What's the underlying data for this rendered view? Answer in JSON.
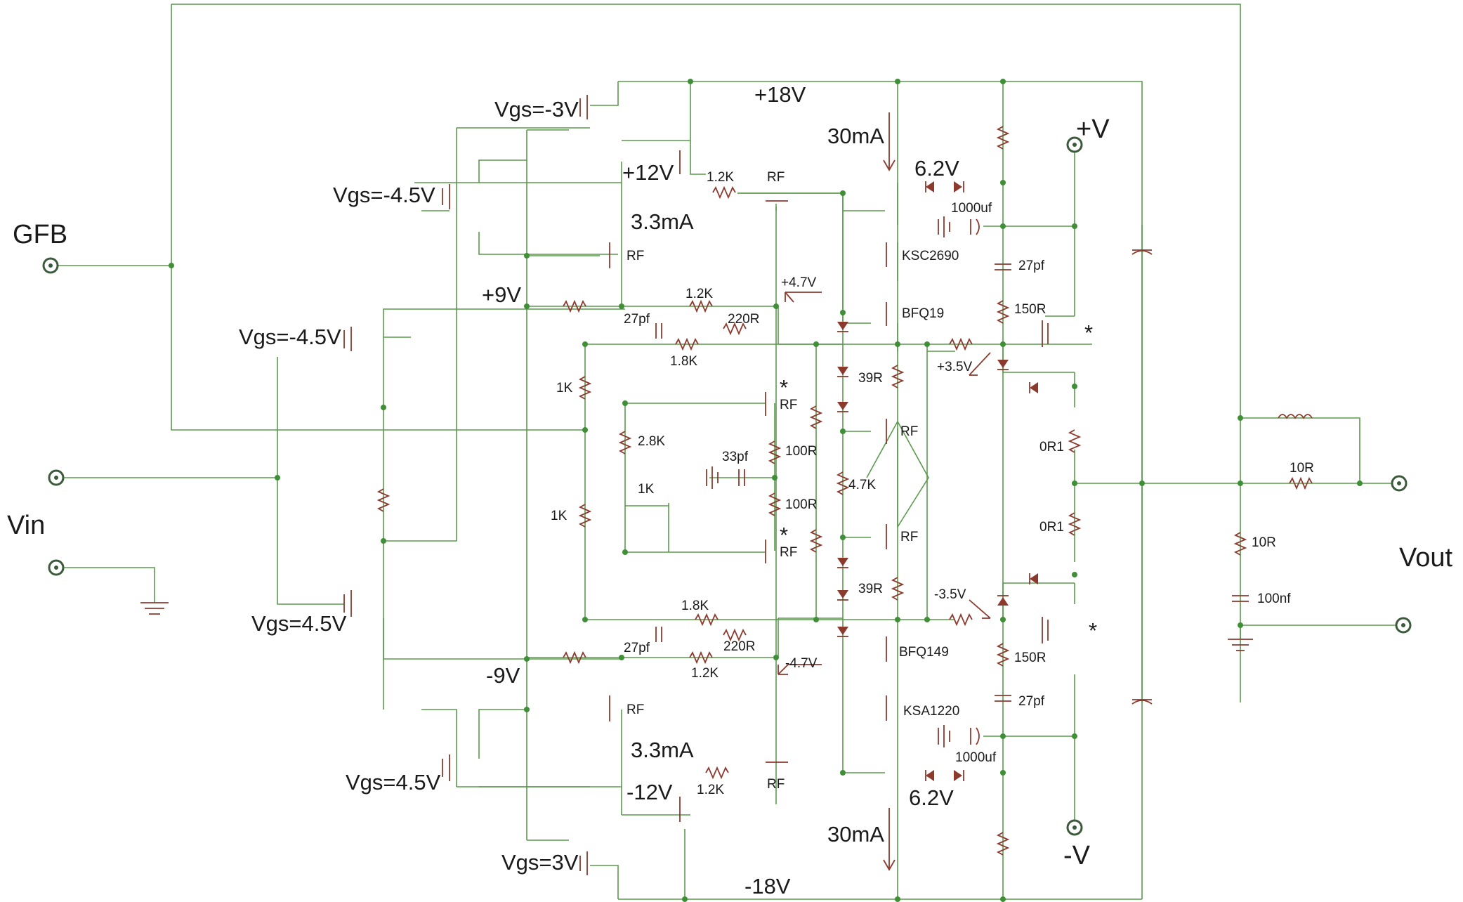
{
  "labels": {
    "gfb": "GFB",
    "vin": "Vin",
    "vout": "Vout",
    "plus_v": "+V",
    "minus_v": "-V",
    "vpos18": "+18V",
    "vneg18": "-18V",
    "vpos12": "+12V",
    "vneg12": "-12V",
    "vpos9": "+9V",
    "vneg9": "-9V",
    "vpos47": "+4.7V",
    "vneg47": "-4.7V",
    "vpos35": "+3.5V",
    "vneg35": "-3.5V",
    "zener_top": "6.2V",
    "zener_bot": "6.2V",
    "i30_top": "30mA",
    "i30_bot": "30mA",
    "i33_top": "3.3mA",
    "i33_bot": "3.3mA",
    "vgs_m3": "Vgs=-3V",
    "vgs_m45a": "Vgs=-4.5V",
    "vgs_m45b": "Vgs=-4.5V",
    "vgs_p45a": "Vgs=4.5V",
    "vgs_p45b": "Vgs=4.5V",
    "vgs_p3": "Vgs=3V",
    "star": "*"
  },
  "parts": {
    "rf": "RF",
    "r12k": "1.2K",
    "r18k": "1.8K",
    "r1k": "1K",
    "r28k": "2.8K",
    "r47k": "4.7K",
    "r100": "100R",
    "r220": "220R",
    "r39": "39R",
    "r150": "150R",
    "r0r1": "0R1",
    "r10": "10R",
    "c27p": "27pf",
    "c27pf": "27pf",
    "c33p": "33pf",
    "c1000u": "1000uf",
    "c100n": "100nf",
    "q_ksc2690": "KSC2690",
    "q_bfq19": "BFQ19",
    "q_bfq149": "BFQ149",
    "q_ksa1220": "KSA1220"
  },
  "colors": {
    "wire": "#5a9a4c",
    "component": "#8c3a2e",
    "text": "#1a1a1a"
  }
}
